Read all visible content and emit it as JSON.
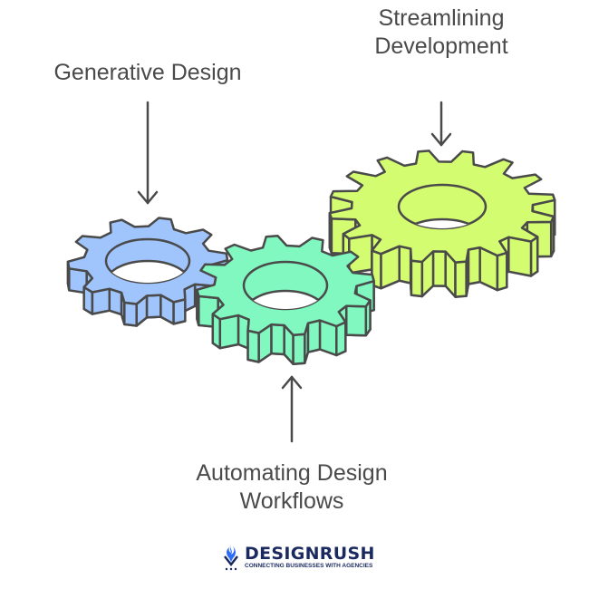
{
  "labels": {
    "generative": "Generative Design",
    "streamlining_1": "Streamlining",
    "streamlining_2": "Development",
    "automating_1": "Automating Design",
    "automating_2": "Workflows"
  },
  "logo": {
    "name": "DESIGNRUSH",
    "tagline": "CONNECTING BUSINESSES WITH AGENCIES"
  },
  "colors": {
    "blue_gear": "#a0c4fc",
    "green_gear": "#80f8c0",
    "yellow_gear": "#d4fc70",
    "stroke": "#4a4a4a",
    "brand": "#1b2a5e",
    "brand_accent": "#2d6df6"
  }
}
